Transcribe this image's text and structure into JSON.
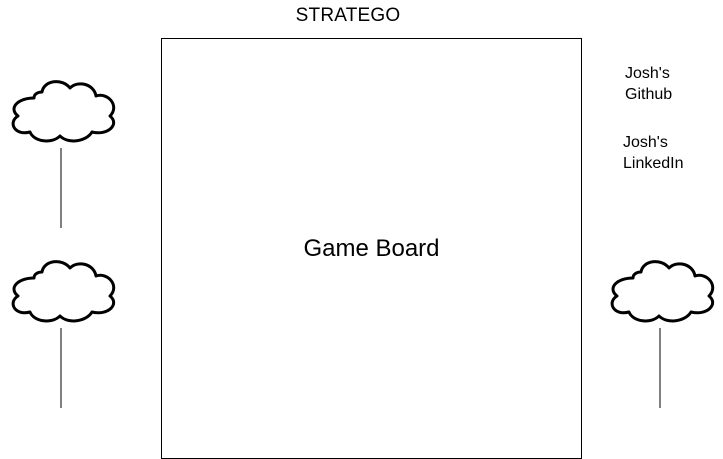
{
  "header": {
    "title": "STRATEGO"
  },
  "board": {
    "label": "Game Board"
  },
  "links": {
    "github": "Josh's\nGithub",
    "linkedin": "Josh's\nLinkedIn"
  },
  "decorations": {
    "tree_icon": "cloud-tree-icon"
  }
}
